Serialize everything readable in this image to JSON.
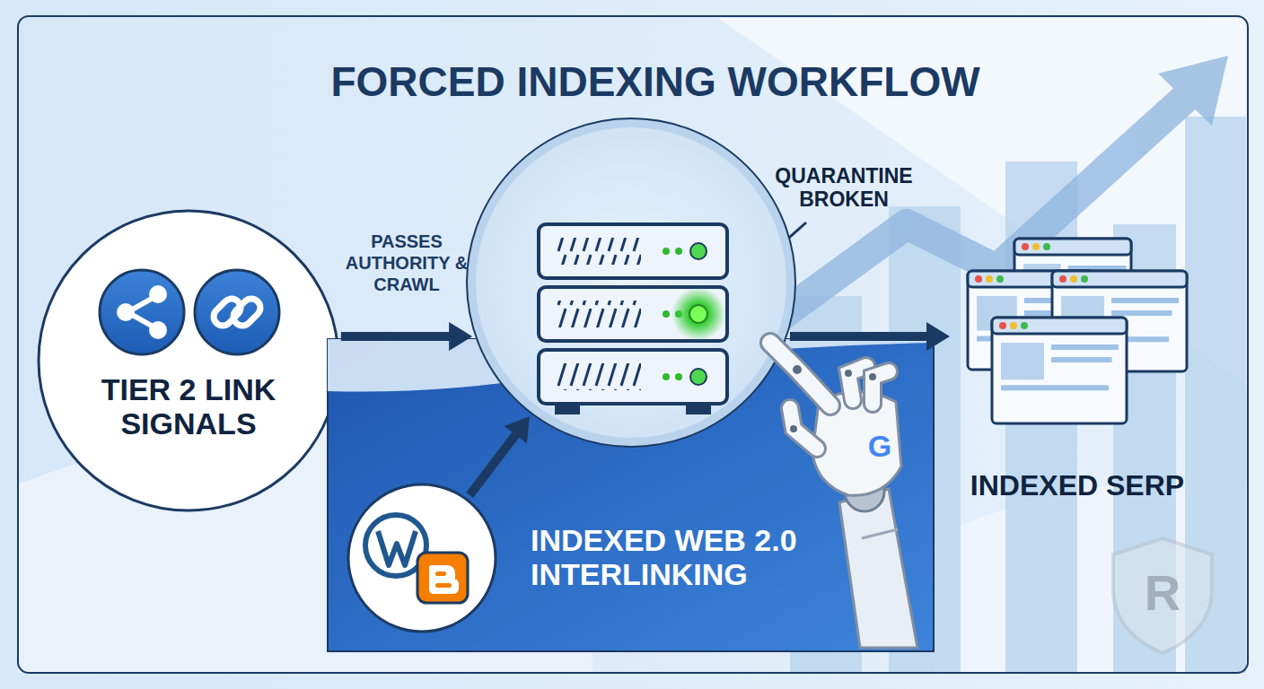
{
  "diagram": {
    "title": "FORCED INDEXING WORKFLOW",
    "nodes": [
      {
        "text": [
          "TIER 2 LINK SIGNALS"
        ]
      },
      {
        "text": [
          "QUARANTINE BROKEN"
        ]
      },
      {
        "text": [
          "INDEXED WEB 2.0 INTERLINKING"
        ]
      },
      {
        "text": [
          "INDEXED SERP"
        ]
      }
    ],
    "edges": [
      {
        "from": 0,
        "to": 1,
        "arrow": "to",
        "label": "PASSES AUTHORITY & CRAWL"
      },
      {
        "from": 2,
        "to": 1,
        "arrow": "to"
      },
      {
        "from": 1,
        "to": 3,
        "arrow": "to"
      }
    ],
    "labels": [
      "G",
      "R"
    ]
  }
}
